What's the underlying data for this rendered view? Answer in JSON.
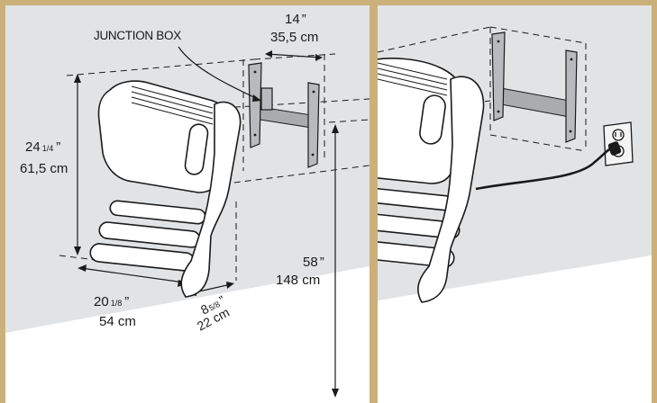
{
  "colors": {
    "frame": "#cbb07a",
    "wall": "#e2e3e5",
    "floor": "#ffffff",
    "line": "#1a1a1a",
    "bracket": "#b8babd",
    "rail": "#a9abae",
    "outlet": "#f4f4f4"
  },
  "panels": {
    "left": {
      "junction_label": "JUNCTION BOX",
      "dims": {
        "bracket_width": {
          "imperial": "14",
          "inch_mark": "”",
          "metric": "35,5 cm"
        },
        "height": {
          "imperial_whole": "24",
          "imperial_frac": "1/4",
          "inch_mark": "”",
          "metric": "61,5 cm"
        },
        "floor_height": {
          "imperial": "58",
          "inch_mark": "”",
          "metric": "148 cm"
        },
        "width": {
          "imperial_whole": "20",
          "imperial_frac": "1/8",
          "inch_mark": "”",
          "metric": "54 cm"
        },
        "depth": {
          "imperial_whole": "8",
          "imperial_frac": "5/8",
          "inch_mark": "”",
          "metric": "22 cm"
        }
      }
    },
    "right": {
      "icons": [
        "wall-bracket-icon",
        "power-outlet-icon",
        "power-cord-icon"
      ]
    }
  }
}
